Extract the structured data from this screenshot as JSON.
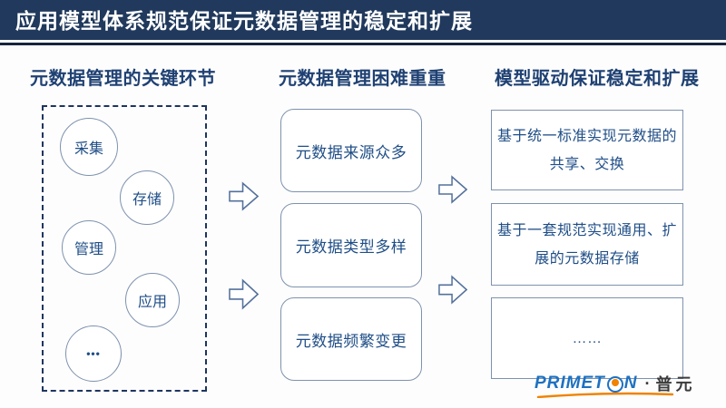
{
  "title": "应用模型体系规范保证元数据管理的稳定和扩展",
  "columns": [
    {
      "header": "元数据管理的关键环节",
      "circles": [
        "采集",
        "存储",
        "管理",
        "应用",
        "•••"
      ]
    },
    {
      "header": "元数据管理困难重重",
      "boxes": [
        "元数据来源众多",
        "元数据类型多样",
        "元数据频繁变更"
      ]
    },
    {
      "header": "模型驱动保证稳定和扩展",
      "boxes": [
        "基于统一标准实现元数据的共享、交换",
        "基于一套规范实现通用、扩展的元数据存储",
        "……"
      ]
    }
  ],
  "logo": {
    "brand_head": "PRIMET",
    "brand_tail": "N",
    "separator": "·",
    "company": "普元"
  },
  "colors": {
    "banner_bg": "#20395C",
    "banner_rule": "#16253E",
    "heading_text": "#1F4173",
    "body_text": "#1F4E87",
    "shape_border": "#7E92AE",
    "dashed_border": "#1E3560",
    "arrow_stroke": "#54719B",
    "logo_blue": "#1D71C1",
    "logo_orange": "#F08300",
    "logo_company_text": "#3C3C3C"
  }
}
